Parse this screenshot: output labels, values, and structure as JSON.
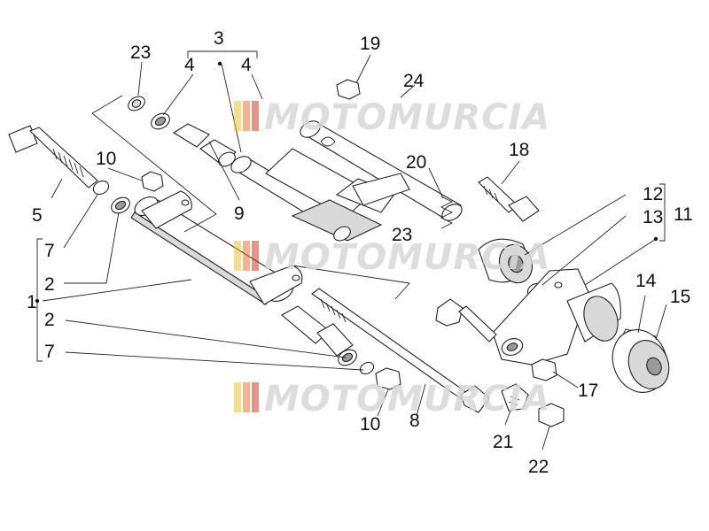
{
  "watermark": {
    "text": "MOTOMURCIA",
    "stripe_colors": [
      "#e8c33a",
      "#e07a2e",
      "#d23a2e"
    ]
  },
  "callouts": [
    {
      "id": "c23a",
      "text": "23"
    },
    {
      "id": "c3",
      "text": "3"
    },
    {
      "id": "c4a",
      "text": "4"
    },
    {
      "id": "c4b",
      "text": "4"
    },
    {
      "id": "c19",
      "text": "19"
    },
    {
      "id": "c24",
      "text": "24"
    },
    {
      "id": "c10a",
      "text": "10"
    },
    {
      "id": "c20",
      "text": "20"
    },
    {
      "id": "c18",
      "text": "18"
    },
    {
      "id": "c5",
      "text": "5"
    },
    {
      "id": "c9",
      "text": "9"
    },
    {
      "id": "c12",
      "text": "12"
    },
    {
      "id": "c13",
      "text": "13"
    },
    {
      "id": "c11",
      "text": "11"
    },
    {
      "id": "c7a",
      "text": "7"
    },
    {
      "id": "c23b",
      "text": "23"
    },
    {
      "id": "c2a",
      "text": "2"
    },
    {
      "id": "c1",
      "text": "1"
    },
    {
      "id": "c14",
      "text": "14"
    },
    {
      "id": "c15",
      "text": "15"
    },
    {
      "id": "c2b",
      "text": "2"
    },
    {
      "id": "c7b",
      "text": "7"
    },
    {
      "id": "c17",
      "text": "17"
    },
    {
      "id": "c10b",
      "text": "10"
    },
    {
      "id": "c8",
      "text": "8"
    },
    {
      "id": "c21",
      "text": "21"
    },
    {
      "id": "c22",
      "text": "22"
    }
  ]
}
